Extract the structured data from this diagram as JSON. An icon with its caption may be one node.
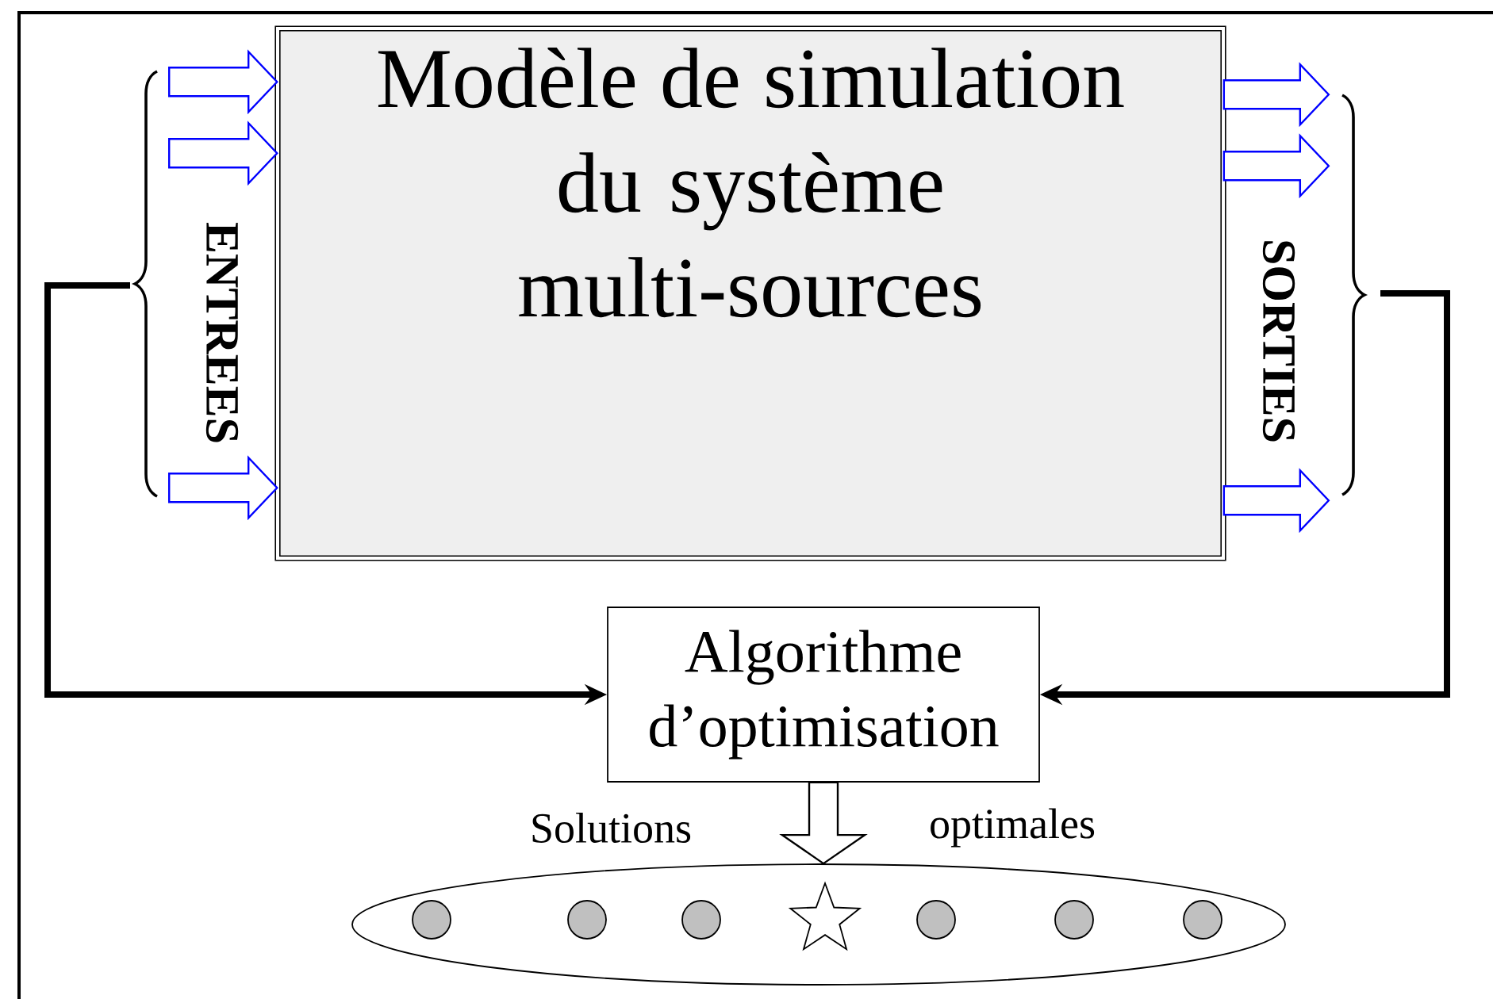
{
  "diagram": {
    "nodes": [
      {
        "text": [
          "Modèle de simulation du système multi-sources"
        ]
      },
      {
        "text": [
          "Algorithme d’optimisation"
        ]
      },
      {
        "text": [],
        "shape": "ellipse"
      },
      {
        "text": [
          "ENTREES"
        ]
      },
      {
        "text": [
          "SORTIES"
        ]
      }
    ],
    "edges": [
      {
        "from": null,
        "to": 0,
        "arrow": "to",
        "color": "#0000ff"
      },
      {
        "from": null,
        "to": 0,
        "arrow": "to",
        "color": "#0000ff"
      },
      {
        "from": null,
        "to": 0,
        "arrow": "to",
        "color": "#0000ff"
      },
      {
        "from": 0,
        "to": null,
        "arrow": "to",
        "color": "#0000ff"
      },
      {
        "from": 0,
        "to": null,
        "arrow": "to",
        "color": "#0000ff"
      },
      {
        "from": 0,
        "to": null,
        "arrow": "to",
        "color": "#0000ff"
      },
      {
        "from": 3,
        "to": 1,
        "arrow": "to"
      },
      {
        "from": 4,
        "to": 1,
        "arrow": "to"
      },
      {
        "from": 1,
        "to": 2,
        "arrow": "to"
      }
    ],
    "labels": [
      "Solutions",
      "optimales"
    ]
  }
}
